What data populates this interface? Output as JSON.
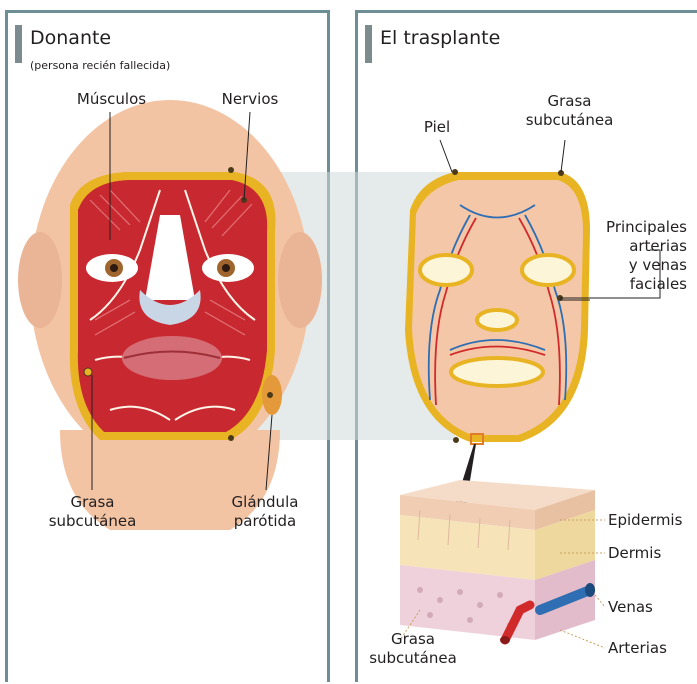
{
  "left_panel": {
    "title": "Donante",
    "subtitle": "(persona recién fallecida)",
    "labels": {
      "muscles": "Músculos",
      "nerves": "Nervios",
      "fat_line1": "Grasa",
      "fat_line2": "subcutánea",
      "gland_line1": "Glándula",
      "gland_line2": "parótida"
    }
  },
  "right_panel": {
    "title": "El trasplante",
    "labels": {
      "skin": "Piel",
      "fat_line1": "Grasa",
      "fat_line2": "subcutánea",
      "vessels_line1": "Principales",
      "vessels_line2": "arterias",
      "vessels_line3": "y venas",
      "vessels_line4": "faciales",
      "epidermis": "Epidermis",
      "dermis": "Dermis",
      "veins": "Venas",
      "arteries": "Arterias",
      "block_fat_line1": "Grasa",
      "block_fat_line2": "subcutánea"
    }
  },
  "colors": {
    "panel_border": "#6d8e95",
    "skin": "#f3c7a8",
    "muscle": "#c8282f",
    "fat_outline": "#e8b423",
    "artery": "#d12a2a",
    "vein": "#2f6eb3"
  }
}
